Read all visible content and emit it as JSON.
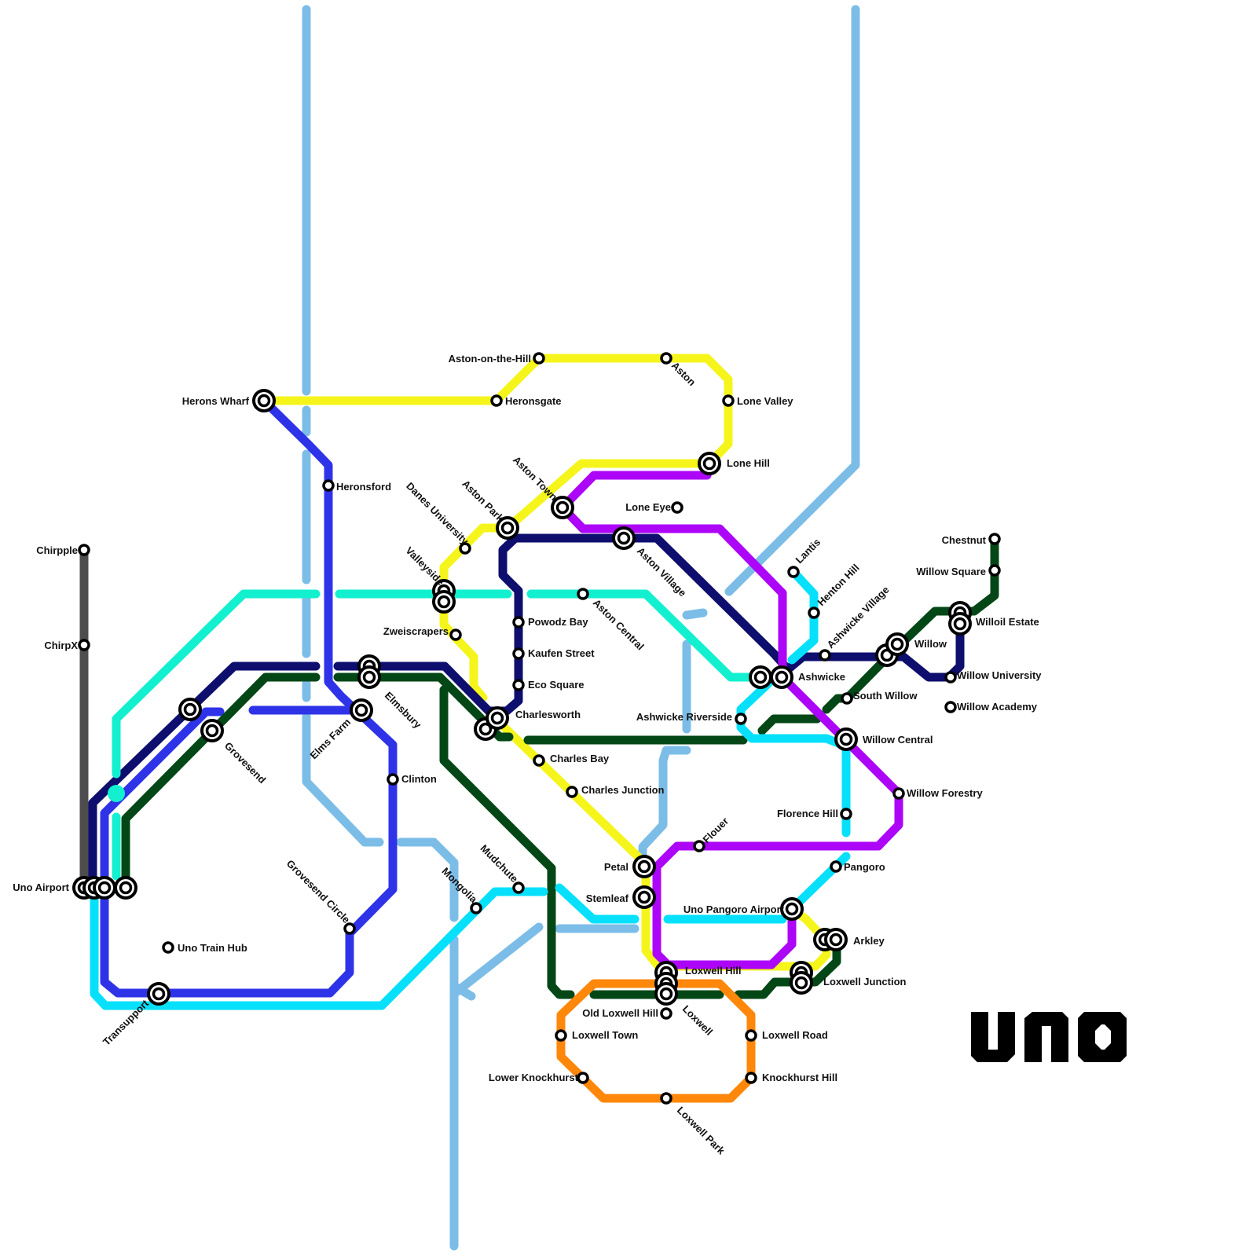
{
  "logo": {
    "text": "UNO"
  },
  "lines": {
    "airport_link": {
      "color": "#4d4d4d"
    },
    "light_blue": {
      "color": "#7cbde8"
    },
    "yellow": {
      "color": "#f5f51c"
    },
    "blue": {
      "color": "#2f33e8"
    },
    "navy": {
      "color": "#0e0e6e"
    },
    "green": {
      "color": "#034716"
    },
    "teal": {
      "color": "#13f0d0"
    },
    "cyan": {
      "color": "#06e0fb"
    },
    "purple": {
      "color": "#ac05f7"
    },
    "orange": {
      "color": "#ff870a"
    }
  },
  "stations": {
    "chirpple": "Chirpple",
    "chirpx": "ChirpX",
    "uno_airport": "Uno Airport",
    "herons_wharf": "Herons Wharf",
    "heronsgate": "Heronsgate",
    "aston_on_the_hill": "Aston-on-the-Hill",
    "aston": "Aston",
    "lone_valley": "Lone Valley",
    "lone_hill": "Lone Hill",
    "heronsford": "Heronsford",
    "danes_university": "Danes University",
    "aston_park": "Aston Park",
    "aston_town": "Aston Town",
    "lone_eye": "Lone Eye",
    "aston_village": "Aston Village",
    "valleyside": "Valleyside",
    "aston_central": "Aston Central",
    "powodz_bay": "Powodz Bay",
    "zweiscrapers": "Zweiscrapers",
    "kaufen_street": "Kaufen Street",
    "eco_square": "Eco Square",
    "elmsbury": "Elmsbury",
    "elms_farm": "Elms Farm",
    "grovesend": "Grovesend",
    "charlesworth": "Charlesworth",
    "clinton": "Clinton",
    "charles_bay": "Charles Bay",
    "charles_junction": "Charles Junction",
    "grovesend_circle": "Grovesend Circle",
    "mudchute": "Mudchute",
    "mongolia": "Mongolia",
    "uno_train_hub": "Uno Train Hub",
    "transupport": "Transupport",
    "lantis": "Lantis",
    "henton_hill": "Henton Hill",
    "ashwicke_village": "Ashwicke Village",
    "ashwicke": "Ashwicke",
    "ashwicke_riverside": "Ashwicke Riverside",
    "south_willow": "South Willow",
    "willow": "Willow",
    "chestnut": "Chestnut",
    "willow_square": "Willow Square",
    "willoil_estate": "Willoil Estate",
    "willow_university": "Willow University",
    "willow_academy": "Willow Academy",
    "willow_central": "Willow Central",
    "willow_forestry": "Willow Forestry",
    "florence_hill": "Florence Hill",
    "flouer": "Flouer",
    "petal": "Petal",
    "stemleaf": "Stemleaf",
    "pangoro": "Pangoro",
    "uno_pangoro_airport": "Uno Pangoro Airport",
    "arkley": "Arkley",
    "loxwell_hill": "Loxwell Hill",
    "loxwell_junction": "Loxwell Junction",
    "old_loxwell_hill": "Old Loxwell Hill",
    "loxwell": "Loxwell",
    "loxwell_town": "Loxwell Town",
    "loxwell_road": "Loxwell Road",
    "lower_knockhurst": "Lower Knockhurst",
    "knockhurst_hill": "Knockhurst Hill",
    "loxwell_park": "Loxwell Park"
  }
}
